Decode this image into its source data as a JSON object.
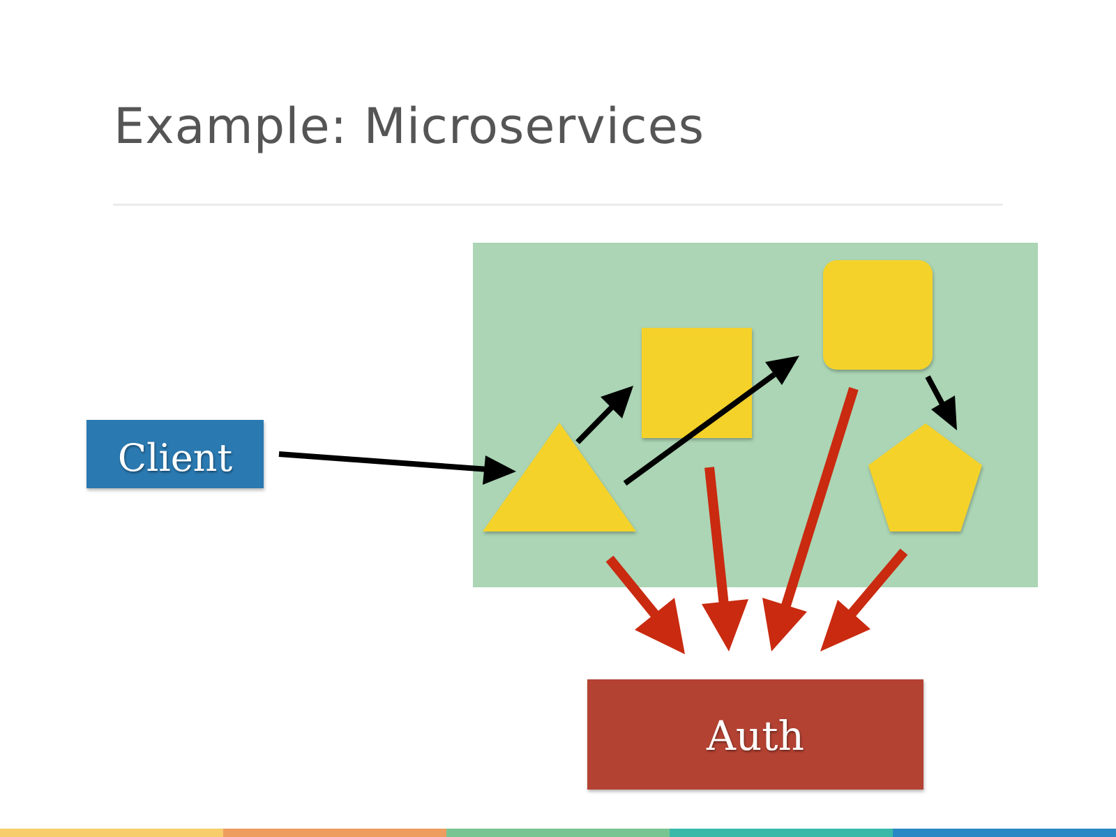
{
  "slide": {
    "title": "Example: Microservices"
  },
  "diagram": {
    "client_label": "Client",
    "auth_label": "Auth"
  },
  "colors": {
    "service_area": "#abd5b4",
    "service_node": "#f5d22b",
    "client_box": "#2c79b1",
    "auth_box": "#b44232",
    "call_arrow": "#000000",
    "auth_arrow": "#c92a10",
    "title_text": "#555555",
    "footer_stripes": [
      "#f6cd6a",
      "#ee9d5f",
      "#79c592",
      "#3ab9a9",
      "#2a89c4"
    ]
  }
}
